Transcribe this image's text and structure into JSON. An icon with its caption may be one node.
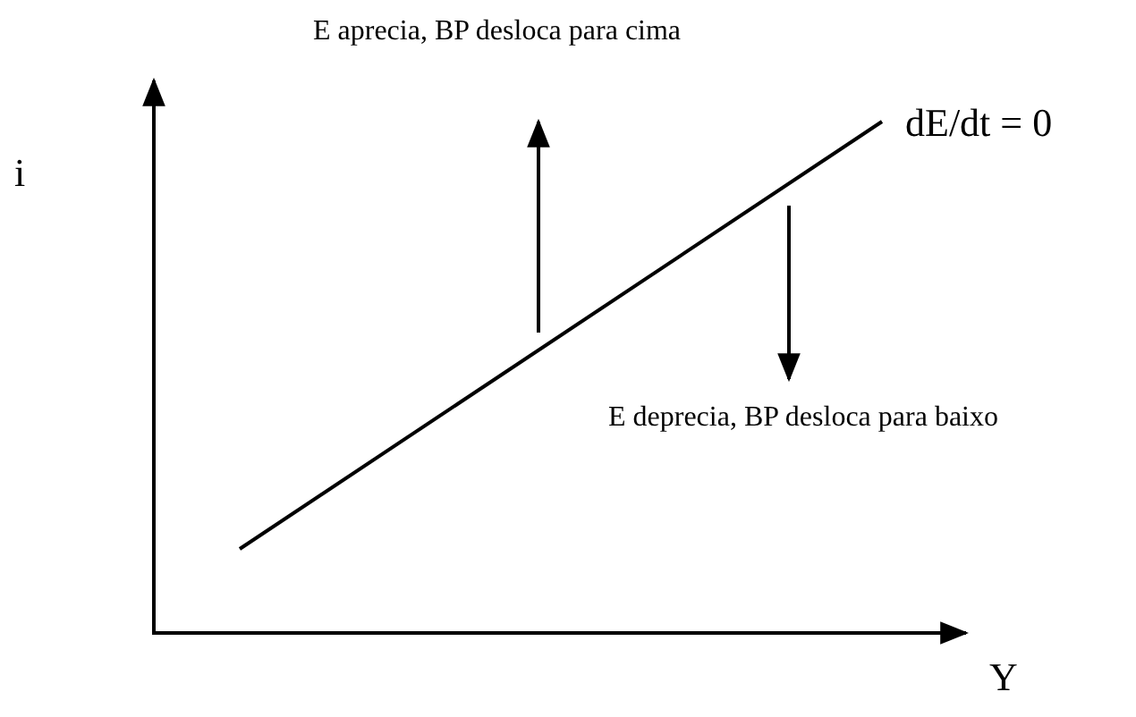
{
  "diagram": {
    "labels": [
      "E aprecia, BP desloca para cima",
      "i",
      "dE/dt = 0",
      "E deprecia, BP desloca para baixo",
      "Y"
    ]
  }
}
